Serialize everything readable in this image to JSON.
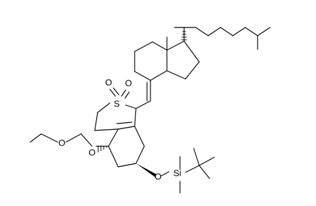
{
  "molecule": {
    "atoms": {
      "sulfur": "S",
      "sulfone_oxygen_left": "O",
      "sulfone_oxygen_right": "O",
      "methoxy_oxygen": "O",
      "ring_ether_oxygen": "O",
      "silyl_ether_oxygen": "O",
      "silicon": "Si"
    }
  }
}
